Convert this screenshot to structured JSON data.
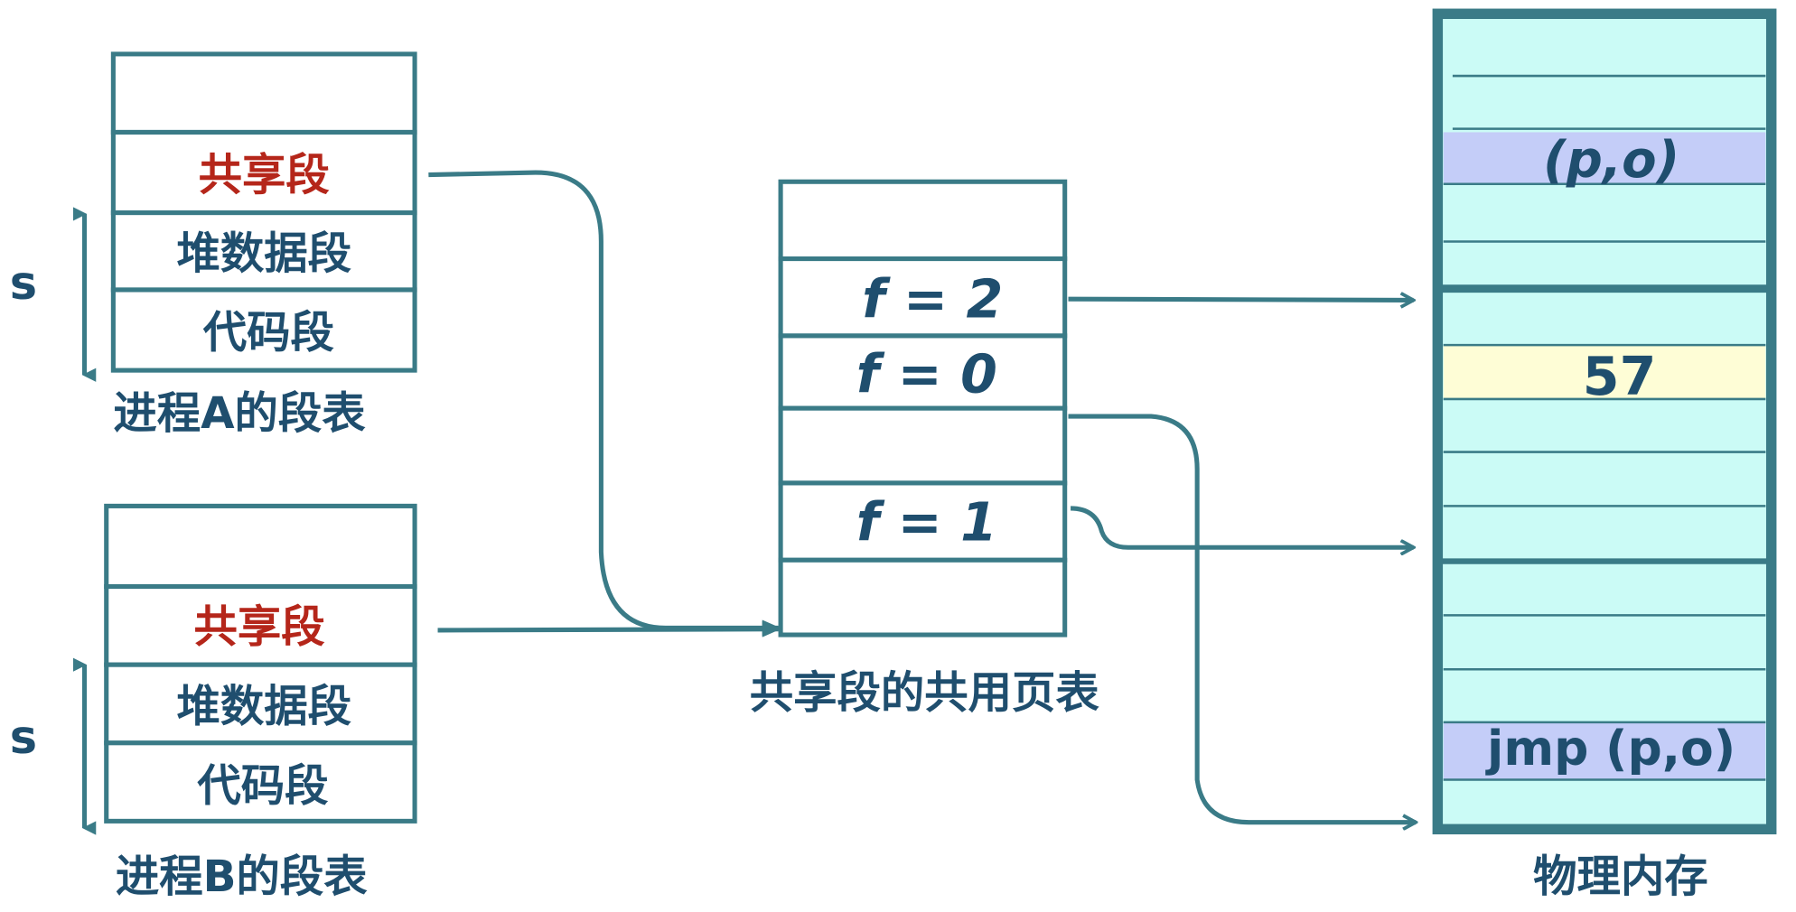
{
  "process_a": {
    "rows": [
      "",
      "共享段",
      "堆数据段",
      "代码段"
    ],
    "caption": "进程A的段表",
    "s_label": "s"
  },
  "process_b": {
    "rows": [
      "",
      "共享段",
      "堆数据段",
      "代码段"
    ],
    "caption": "进程B的段表",
    "s_label": "s"
  },
  "page_table": {
    "rows": [
      "",
      "f = 2",
      "f = 0",
      "",
      "f = 1",
      ""
    ],
    "caption": "共享段的共用页表"
  },
  "memory": {
    "caption": "物理内存",
    "po_label": "(p,o)",
    "value_label": "57",
    "jmp_label": "jmp (p,o)"
  },
  "colors": {
    "stroke": "#3a7b87",
    "text": "#1f4e6e",
    "shared_segment": "#b5261a",
    "memory_bg": "#cbfbf6",
    "highlight_blue": "#c4cdf8",
    "highlight_yellow": "#fefdd6"
  }
}
